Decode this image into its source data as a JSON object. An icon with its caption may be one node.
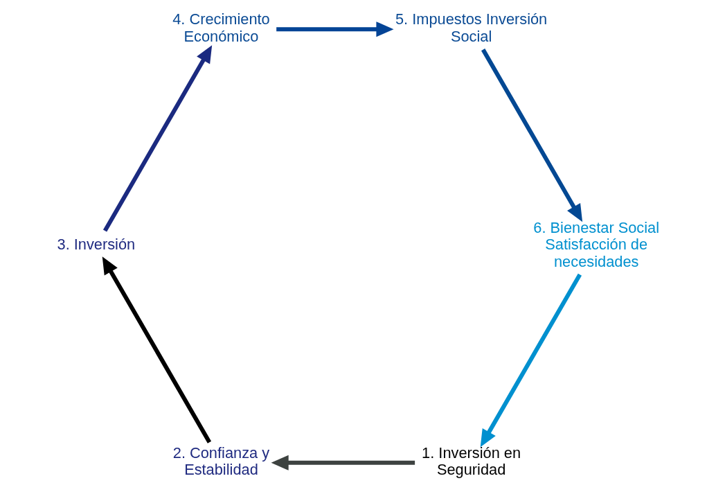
{
  "diagram": {
    "nodes": [
      {
        "text": [
          "1. Inversión en Seguridad"
        ]
      },
      {
        "text": [
          "2. Confianza y Estabilidad"
        ]
      },
      {
        "text": [
          "3. Inversión"
        ]
      },
      {
        "text": [
          "4. Crecimiento Económico"
        ]
      },
      {
        "text": [
          "5. Impuestos Inversión Social"
        ]
      },
      {
        "text": [
          "6. Bienestar Social Satisfacción de necesidades"
        ]
      }
    ],
    "edges": [
      {
        "from": 0,
        "to": 1,
        "arrow": "to",
        "color": "#3d4240"
      },
      {
        "from": 1,
        "to": 2,
        "arrow": "to",
        "color": "#000000"
      },
      {
        "from": 2,
        "to": 3,
        "arrow": "to",
        "color": "#1b2a80"
      },
      {
        "from": 3,
        "to": 4,
        "arrow": "to",
        "color": "#044496"
      },
      {
        "from": 4,
        "to": 5,
        "arrow": "to",
        "color": "#034893"
      },
      {
        "from": 5,
        "to": 0,
        "arrow": "to",
        "color": "#0090cf"
      }
    ]
  }
}
